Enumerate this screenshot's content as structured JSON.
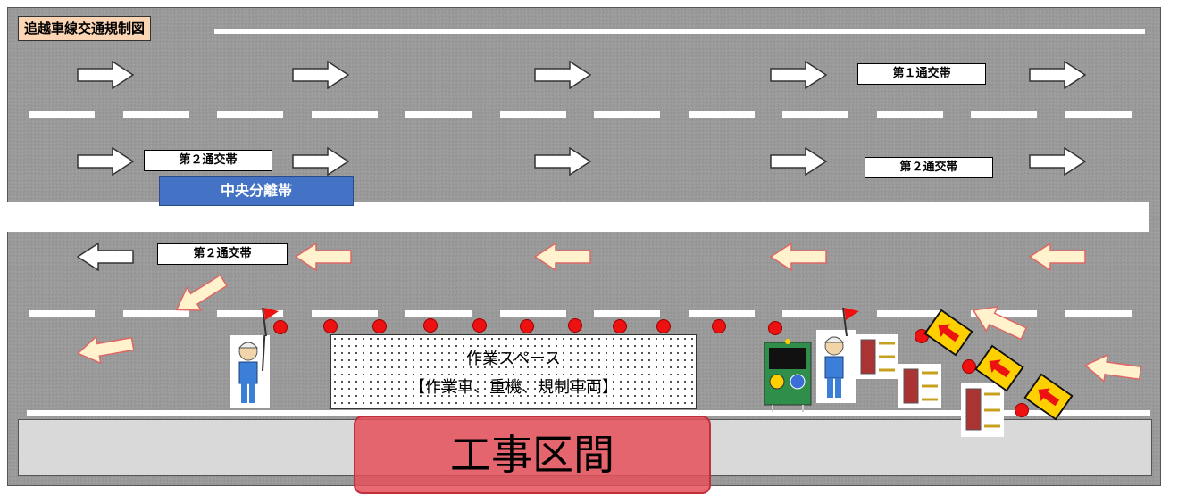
{
  "title": "追越車線交通規制図",
  "lane_labels": {
    "first_lane_right": "第１通交帯",
    "second_lane_left": "第２通交帯",
    "second_lane_right": "第２通交帯",
    "opposite_second_lane": "第２通交帯"
  },
  "median_label": "中央分離帯",
  "work_space": {
    "line1": "作業スペース",
    "line2": "【作業車、重機、規制車両】"
  },
  "section_label": "工事区間",
  "colors": {
    "road": "#9a9a9a",
    "title_bg": "#fcd5b5",
    "median": "#4472c4",
    "section": "#e6505a",
    "cone": "#e11111",
    "guide_arrow": "#fff2cc"
  }
}
